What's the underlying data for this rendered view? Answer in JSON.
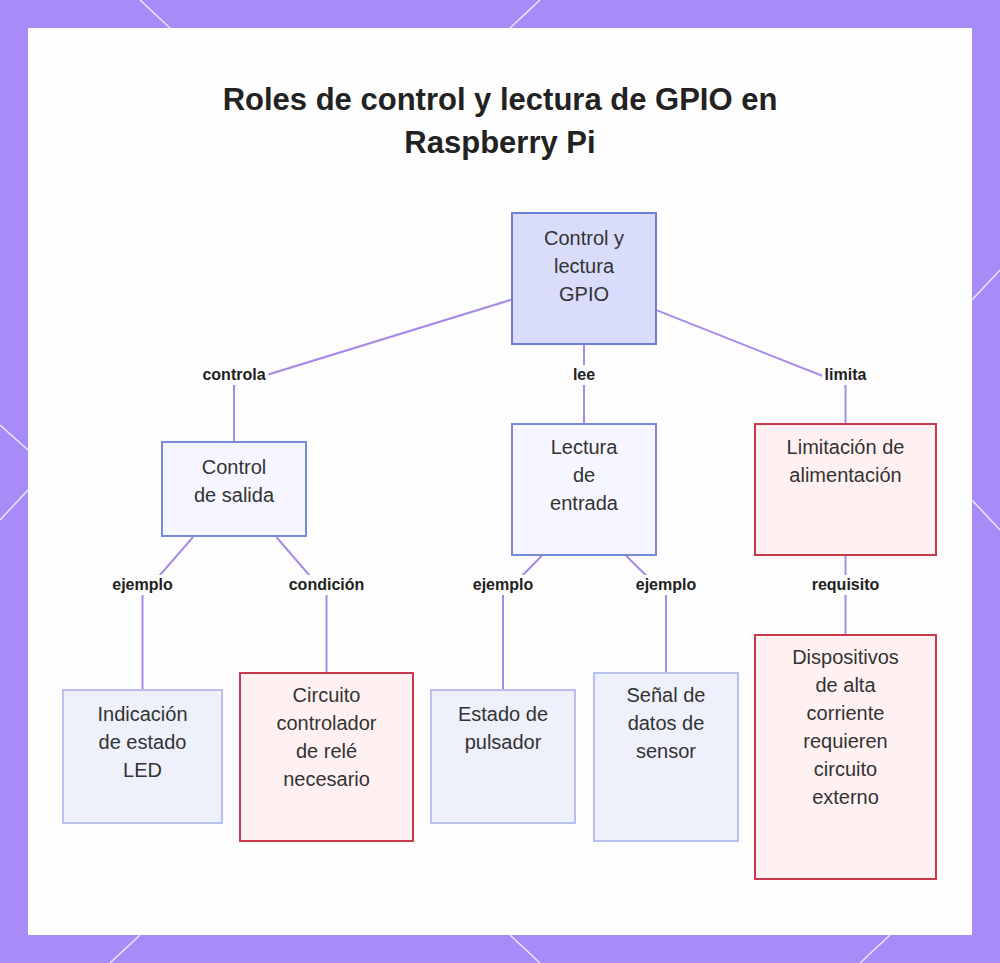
{
  "diagram": {
    "title": "Roles de control y lectura de GPIO en Raspberry Pi",
    "nodes": [
      {
        "text": [
          "Control y lectura GPIO"
        ]
      },
      {
        "text": [
          "Control de salida"
        ]
      },
      {
        "text": [
          "Lectura de entrada"
        ]
      },
      {
        "text": [
          "Limitación de alimentación"
        ]
      },
      {
        "text": [
          "Indicación de estado LED"
        ]
      },
      {
        "text": [
          "Circuito controlador de relé necesario"
        ]
      },
      {
        "text": [
          "Estado de pulsador"
        ]
      },
      {
        "text": [
          "Señal de datos de sensor"
        ]
      },
      {
        "text": [
          "Dispositivos de alta corriente requieren circuito externo"
        ]
      }
    ],
    "edges": [
      {
        "from": 0,
        "to": 1,
        "label": "controla",
        "arrow": "none"
      },
      {
        "from": 0,
        "to": 2,
        "label": "lee",
        "arrow": "none"
      },
      {
        "from": 0,
        "to": 3,
        "label": "limita",
        "arrow": "none"
      },
      {
        "from": 1,
        "to": 4,
        "label": "ejemplo",
        "arrow": "none"
      },
      {
        "from": 1,
        "to": 5,
        "label": "condición",
        "arrow": "none"
      },
      {
        "from": 2,
        "to": 6,
        "label": "ejemplo",
        "arrow": "none"
      },
      {
        "from": 2,
        "to": 7,
        "label": "ejemplo",
        "arrow": "none"
      },
      {
        "from": 3,
        "to": 8,
        "label": "requisito",
        "arrow": "none"
      }
    ]
  }
}
